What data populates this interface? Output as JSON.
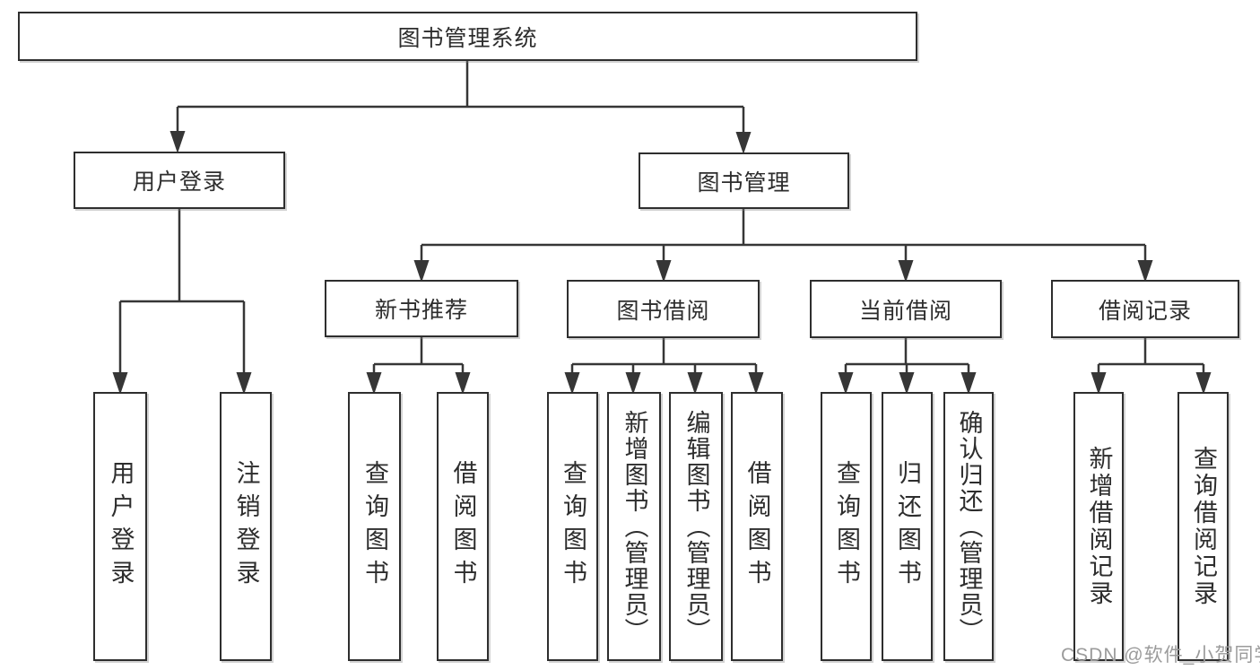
{
  "diagram": {
    "tree": {
      "label": "图书管理系统",
      "children": [
        {
          "label": "用户登录",
          "children": [
            {
              "label": "用户登录"
            },
            {
              "label": "注销登录"
            }
          ]
        },
        {
          "label": "图书管理",
          "children": [
            {
              "label": "新书推荐",
              "children": [
                {
                  "label": "查询图书"
                },
                {
                  "label": "借阅图书"
                }
              ]
            },
            {
              "label": "图书借阅",
              "children": [
                {
                  "label": "查询图书"
                },
                {
                  "label": "新增图书（管理员）"
                },
                {
                  "label": "编辑图书（管理员）"
                },
                {
                  "label": "借阅图书"
                }
              ]
            },
            {
              "label": "当前借阅",
              "children": [
                {
                  "label": "查询图书"
                },
                {
                  "label": "归还图书"
                },
                {
                  "label": "确认归还（管理员）"
                }
              ]
            },
            {
              "label": "借阅记录",
              "children": [
                {
                  "label": "新增借阅记录"
                },
                {
                  "label": "查询借阅记录"
                }
              ]
            }
          ]
        }
      ]
    }
  },
  "watermark": {
    "text": "CSDN @软件_小贺同学"
  },
  "colors": {
    "line": "#363636",
    "border": "#2e2e2e",
    "text": "#2d2d2d",
    "watermark": "#9b9b9b",
    "background": "#ffffff"
  }
}
